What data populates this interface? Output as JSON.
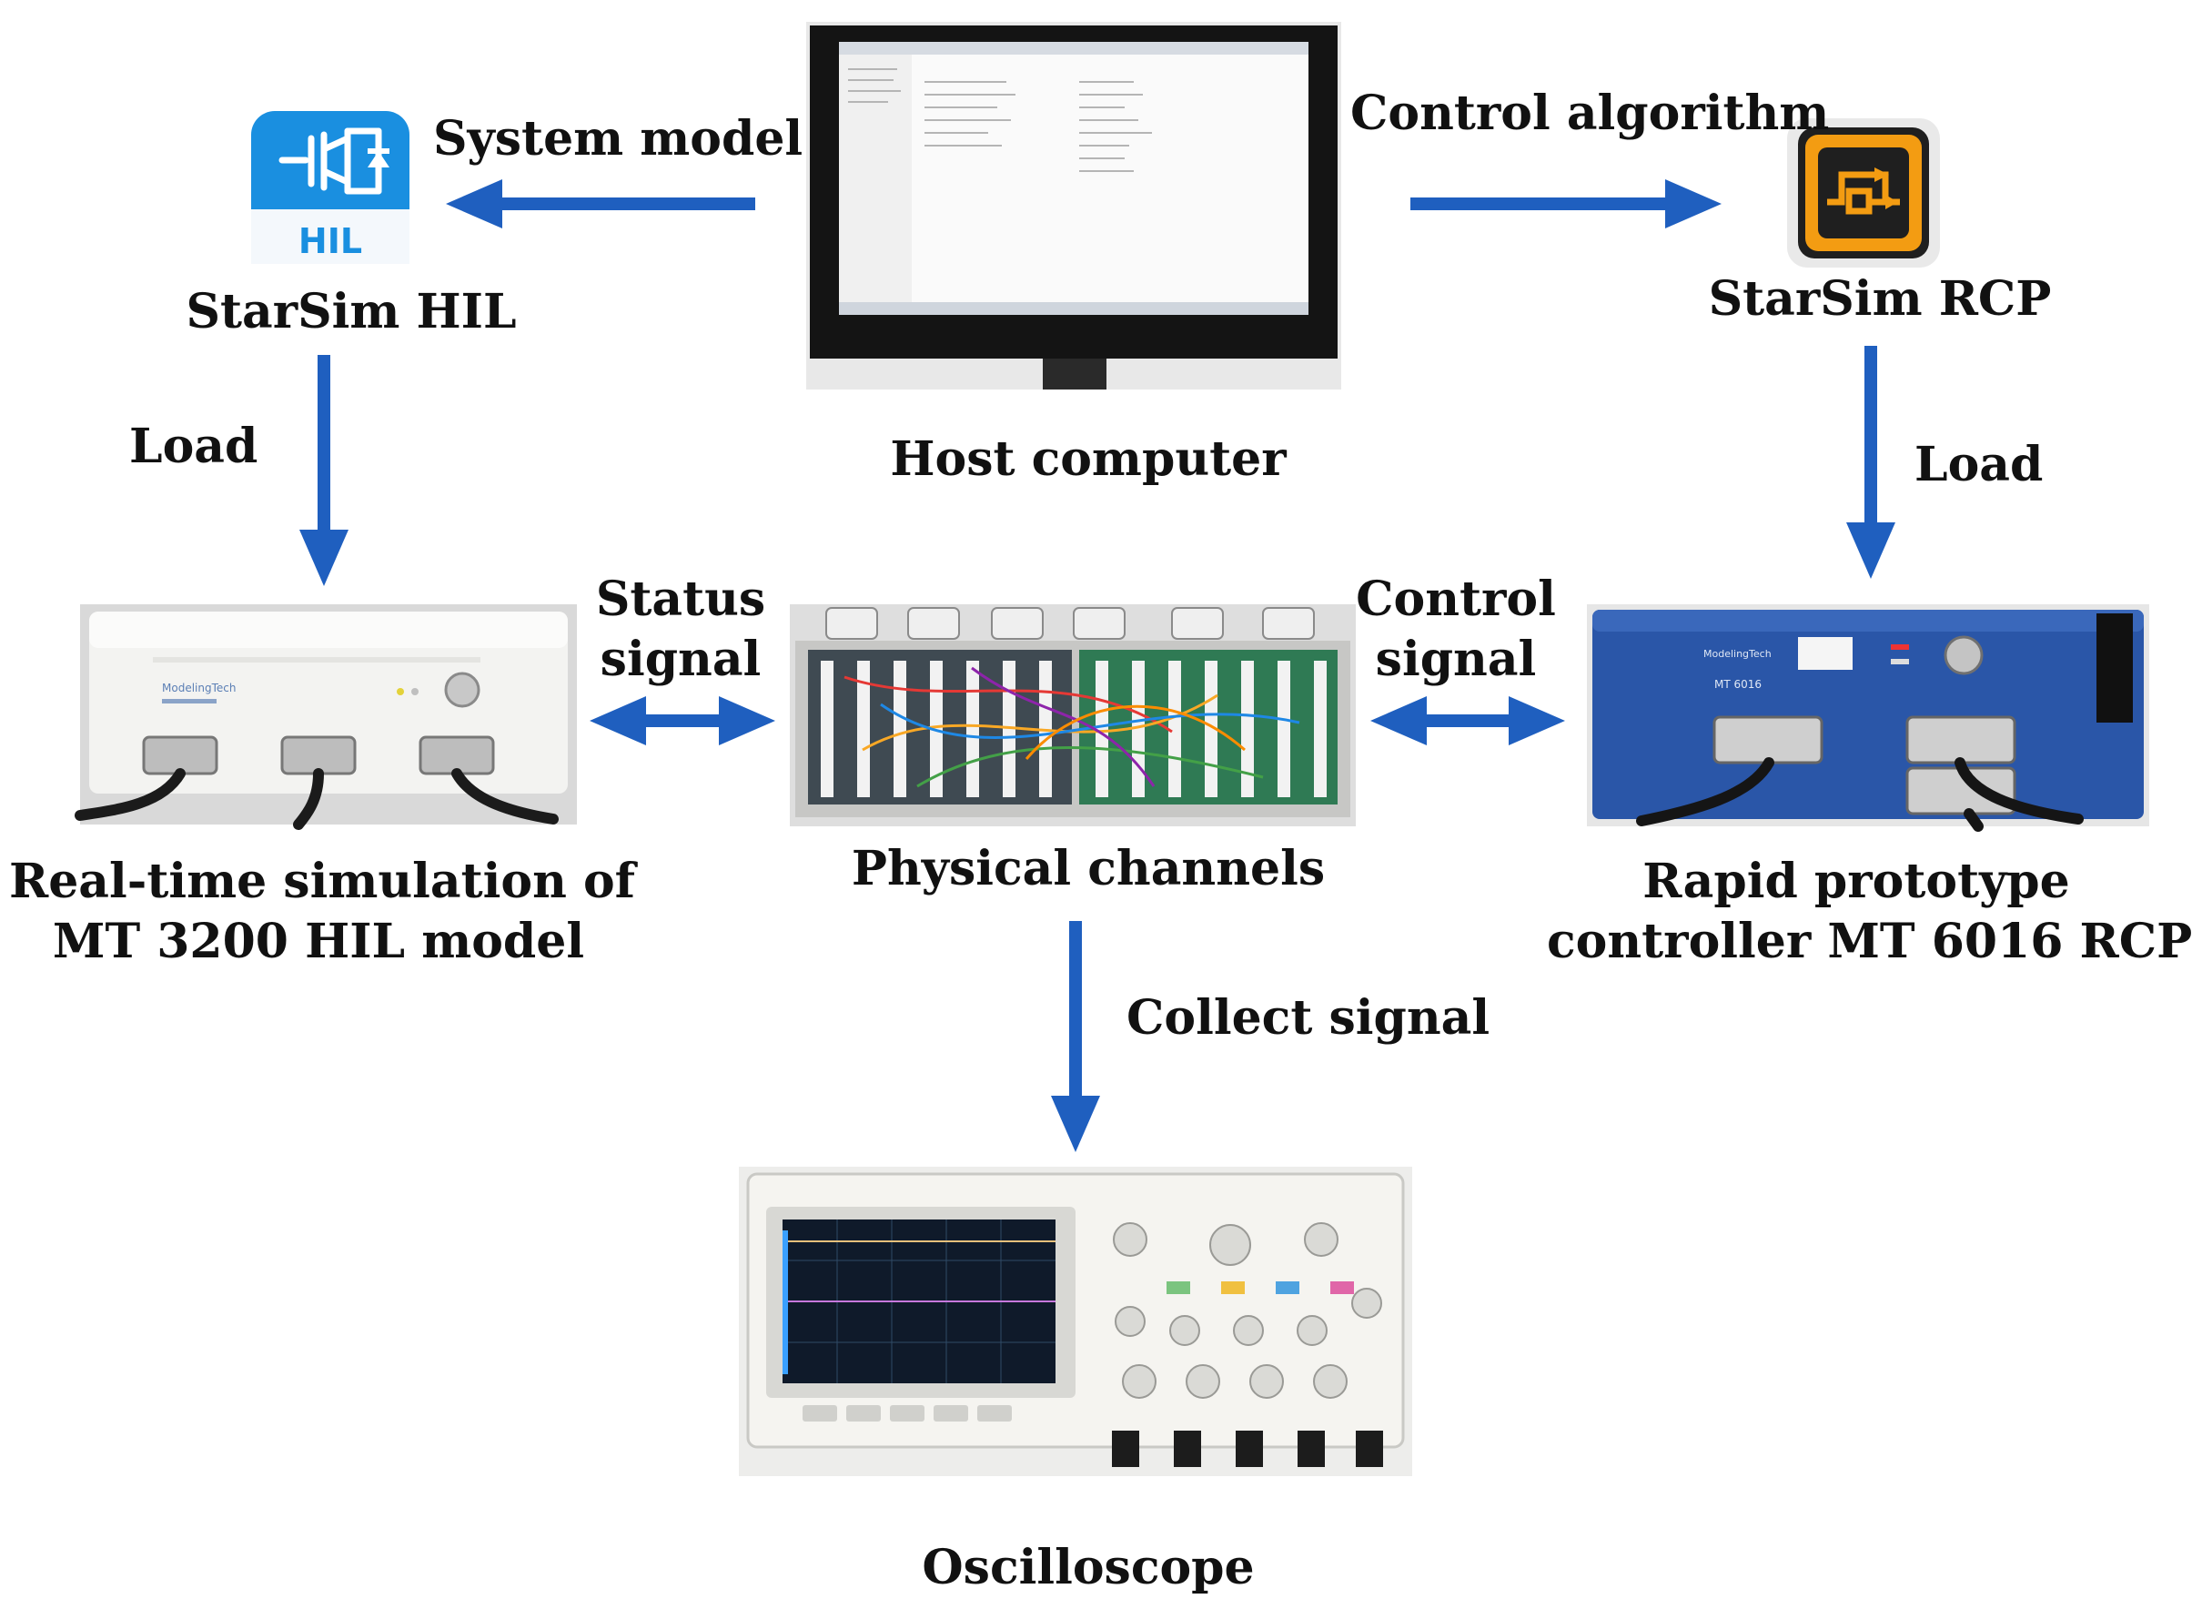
{
  "labels": {
    "system_model": "System model",
    "control_algorithm": "Control algorithm",
    "starsim_hil": "StarSim HIL",
    "starsim_rcp": "StarSim RCP",
    "load_left": "Load",
    "load_right": "Load",
    "host_computer": "Host computer",
    "status_signal_1": "Status",
    "status_signal_2": "signal",
    "control_signal_1": "Control",
    "control_signal_2": "signal",
    "hil_model_1": "Real-time simulation of",
    "hil_model_2": "MT 3200 HIL model",
    "physical_channels": "Physical channels",
    "rcp_controller_1": "Rapid prototype",
    "rcp_controller_2": "controller MT 6016 RCP",
    "collect_signal": "Collect signal",
    "oscilloscope": "Oscilloscope"
  },
  "logos": {
    "hil_text": "HIL"
  },
  "colors": {
    "arrow": "#1f5fbf",
    "hil_logo": "#1a8fe0",
    "rcp_logo_bg": "#1f1f1f",
    "rcp_logo_accent": "#f39c12",
    "rcp_box": "#2a56a8"
  },
  "arrows": [
    {
      "id": "system-model-arrow",
      "direction": "left"
    },
    {
      "id": "control-algorithm-arrow",
      "direction": "right"
    },
    {
      "id": "load-left-arrow",
      "direction": "down"
    },
    {
      "id": "load-right-arrow",
      "direction": "down"
    },
    {
      "id": "status-signal-arrow",
      "direction": "both"
    },
    {
      "id": "control-signal-arrow",
      "direction": "both"
    },
    {
      "id": "collect-signal-arrow",
      "direction": "down"
    }
  ]
}
